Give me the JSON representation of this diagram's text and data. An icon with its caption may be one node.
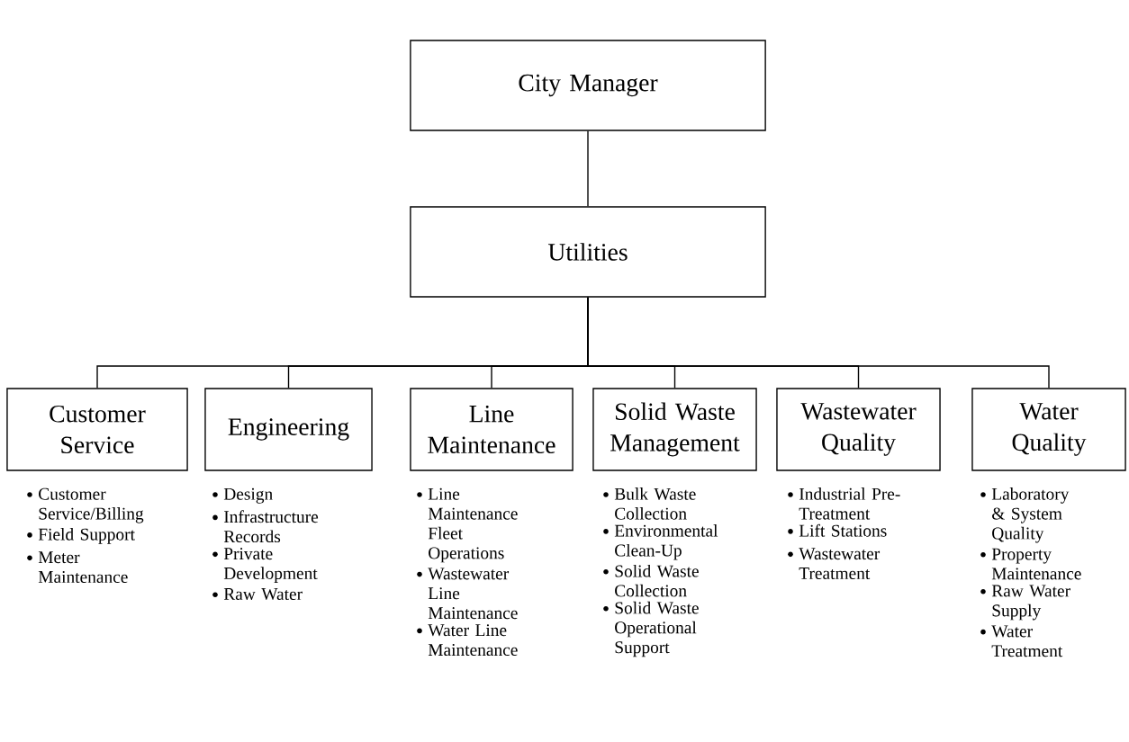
{
  "diagram": {
    "nodes": [
      {
        "text": [
          "City Manager"
        ]
      },
      {
        "text": [
          "Utilities"
        ]
      },
      {
        "text": [
          "Customer Service"
        ],
        "beside": [
          "Customer Service/Billing",
          "Field Support",
          "Meter Maintenance"
        ]
      },
      {
        "text": [
          "Engineering"
        ],
        "beside": [
          "Design",
          "Infrastructure Records",
          "Private Development",
          "Raw Water"
        ]
      },
      {
        "text": [
          "Line Maintenance"
        ],
        "beside": [
          "Line Maintenance Fleet Operations",
          "Wastewater Line Maintenance",
          "Water Line Maintenance"
        ]
      },
      {
        "text": [
          "Solid Waste Management"
        ],
        "beside": [
          "Bulk Waste Collection",
          "Environmental Clean-Up",
          "Solid Waste Collection",
          "Solid Waste Operational Support"
        ]
      },
      {
        "text": [
          "Wastewater Quality"
        ],
        "beside": [
          "Industrial Pre-Treatment",
          "Lift Stations",
          "Wastewater Treatment"
        ]
      },
      {
        "text": [
          "Water Quality"
        ],
        "beside": [
          "Laboratory & System Quality",
          "Property Maintenance",
          "Raw Water Supply",
          "Water Treatment"
        ]
      }
    ],
    "edges": [
      {
        "from": 0,
        "to": 1,
        "arrow": "none"
      },
      {
        "from": 1,
        "to": 2,
        "arrow": "none"
      },
      {
        "from": 1,
        "to": 3,
        "arrow": "none"
      },
      {
        "from": 1,
        "to": 4,
        "arrow": "none"
      },
      {
        "from": 1,
        "to": 5,
        "arrow": "none"
      },
      {
        "from": 1,
        "to": 6,
        "arrow": "none"
      },
      {
        "from": 1,
        "to": 7,
        "arrow": "none"
      }
    ]
  }
}
